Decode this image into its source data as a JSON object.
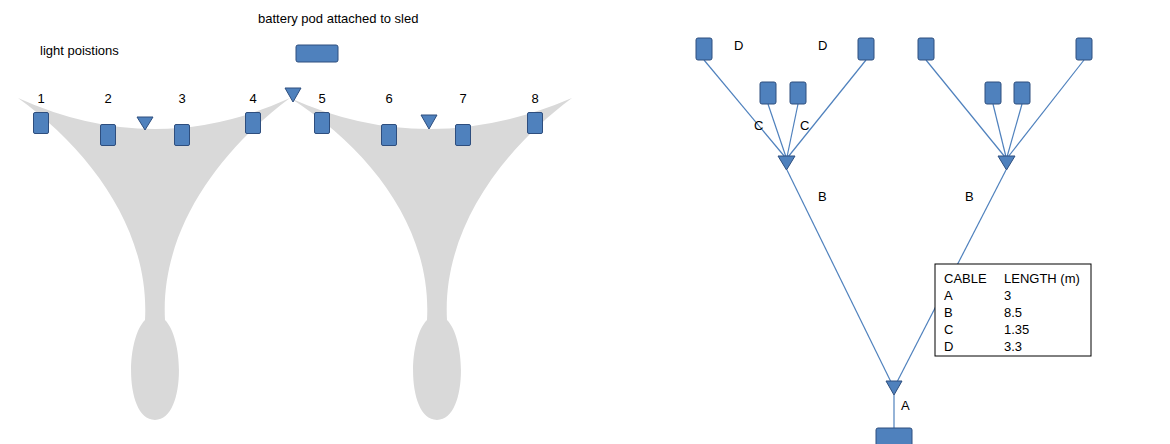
{
  "diagram": {
    "nodes": [
      {
        "text": [
          "1"
        ]
      },
      {
        "text": [
          "2"
        ]
      },
      {
        "text": [
          "3"
        ]
      },
      {
        "text": [
          "4"
        ]
      },
      {
        "text": [
          "5"
        ]
      },
      {
        "text": [
          "6"
        ]
      },
      {
        "text": [
          "7"
        ]
      },
      {
        "text": [
          "8"
        ]
      }
    ],
    "labels": [
      "light poistions",
      "battery pod attached to sled",
      "D",
      "D",
      "C",
      "C",
      "B",
      "B",
      "A",
      "CABLE",
      "LENGTH (m)",
      "A",
      "3",
      "B",
      "8.5",
      "C",
      "1.35",
      "D",
      "3.3"
    ]
  }
}
